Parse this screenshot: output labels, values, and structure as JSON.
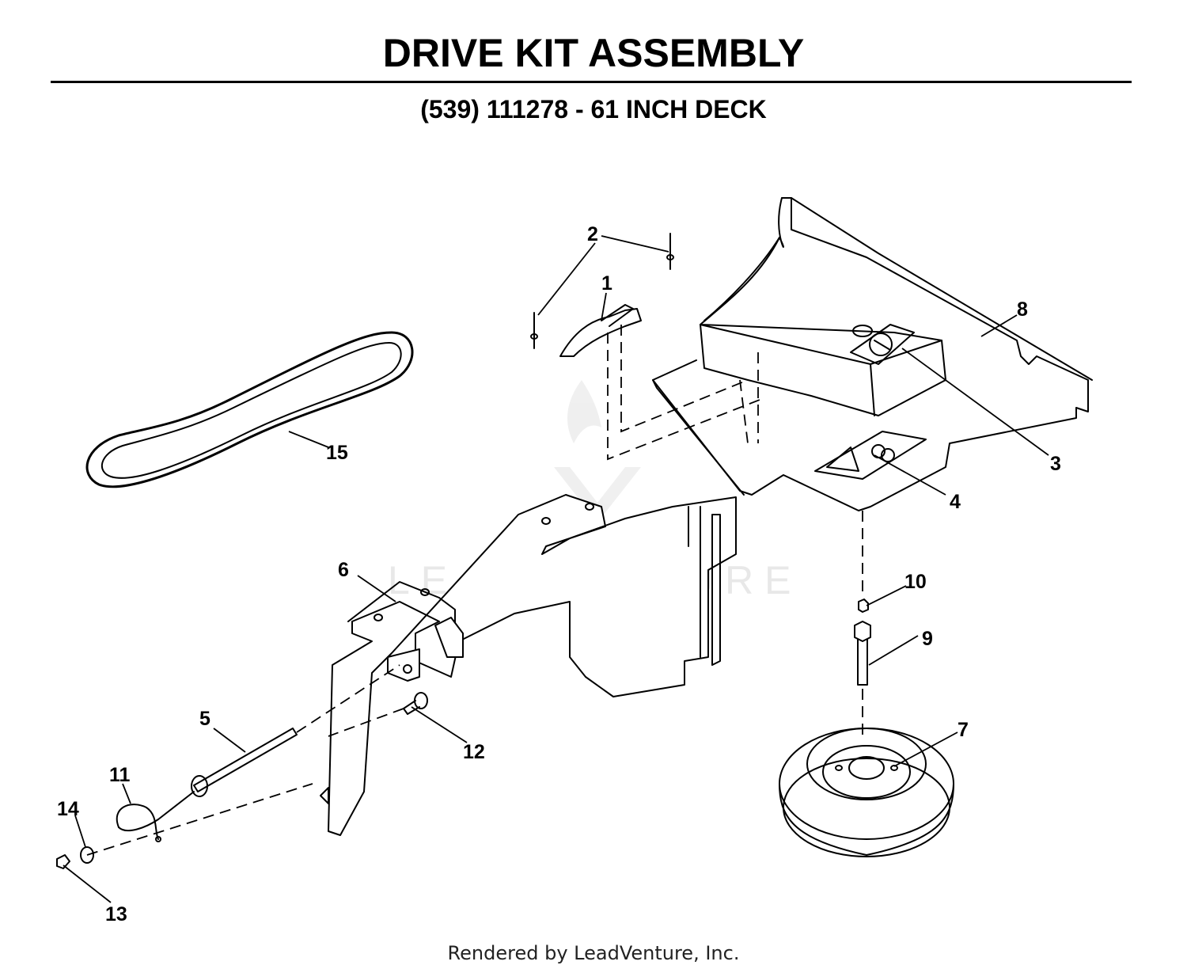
{
  "header": {
    "title": "DRIVE KIT ASSEMBLY",
    "subtitle": "(539) 111278 - 61 INCH DECK"
  },
  "watermark": {
    "text": "LEADVENTURE"
  },
  "footer": {
    "text": "Rendered by LeadVenture, Inc."
  },
  "callouts": [
    "1",
    "2",
    "3",
    "4",
    "5",
    "6",
    "7",
    "8",
    "9",
    "10",
    "11",
    "12",
    "13",
    "14",
    "15"
  ]
}
